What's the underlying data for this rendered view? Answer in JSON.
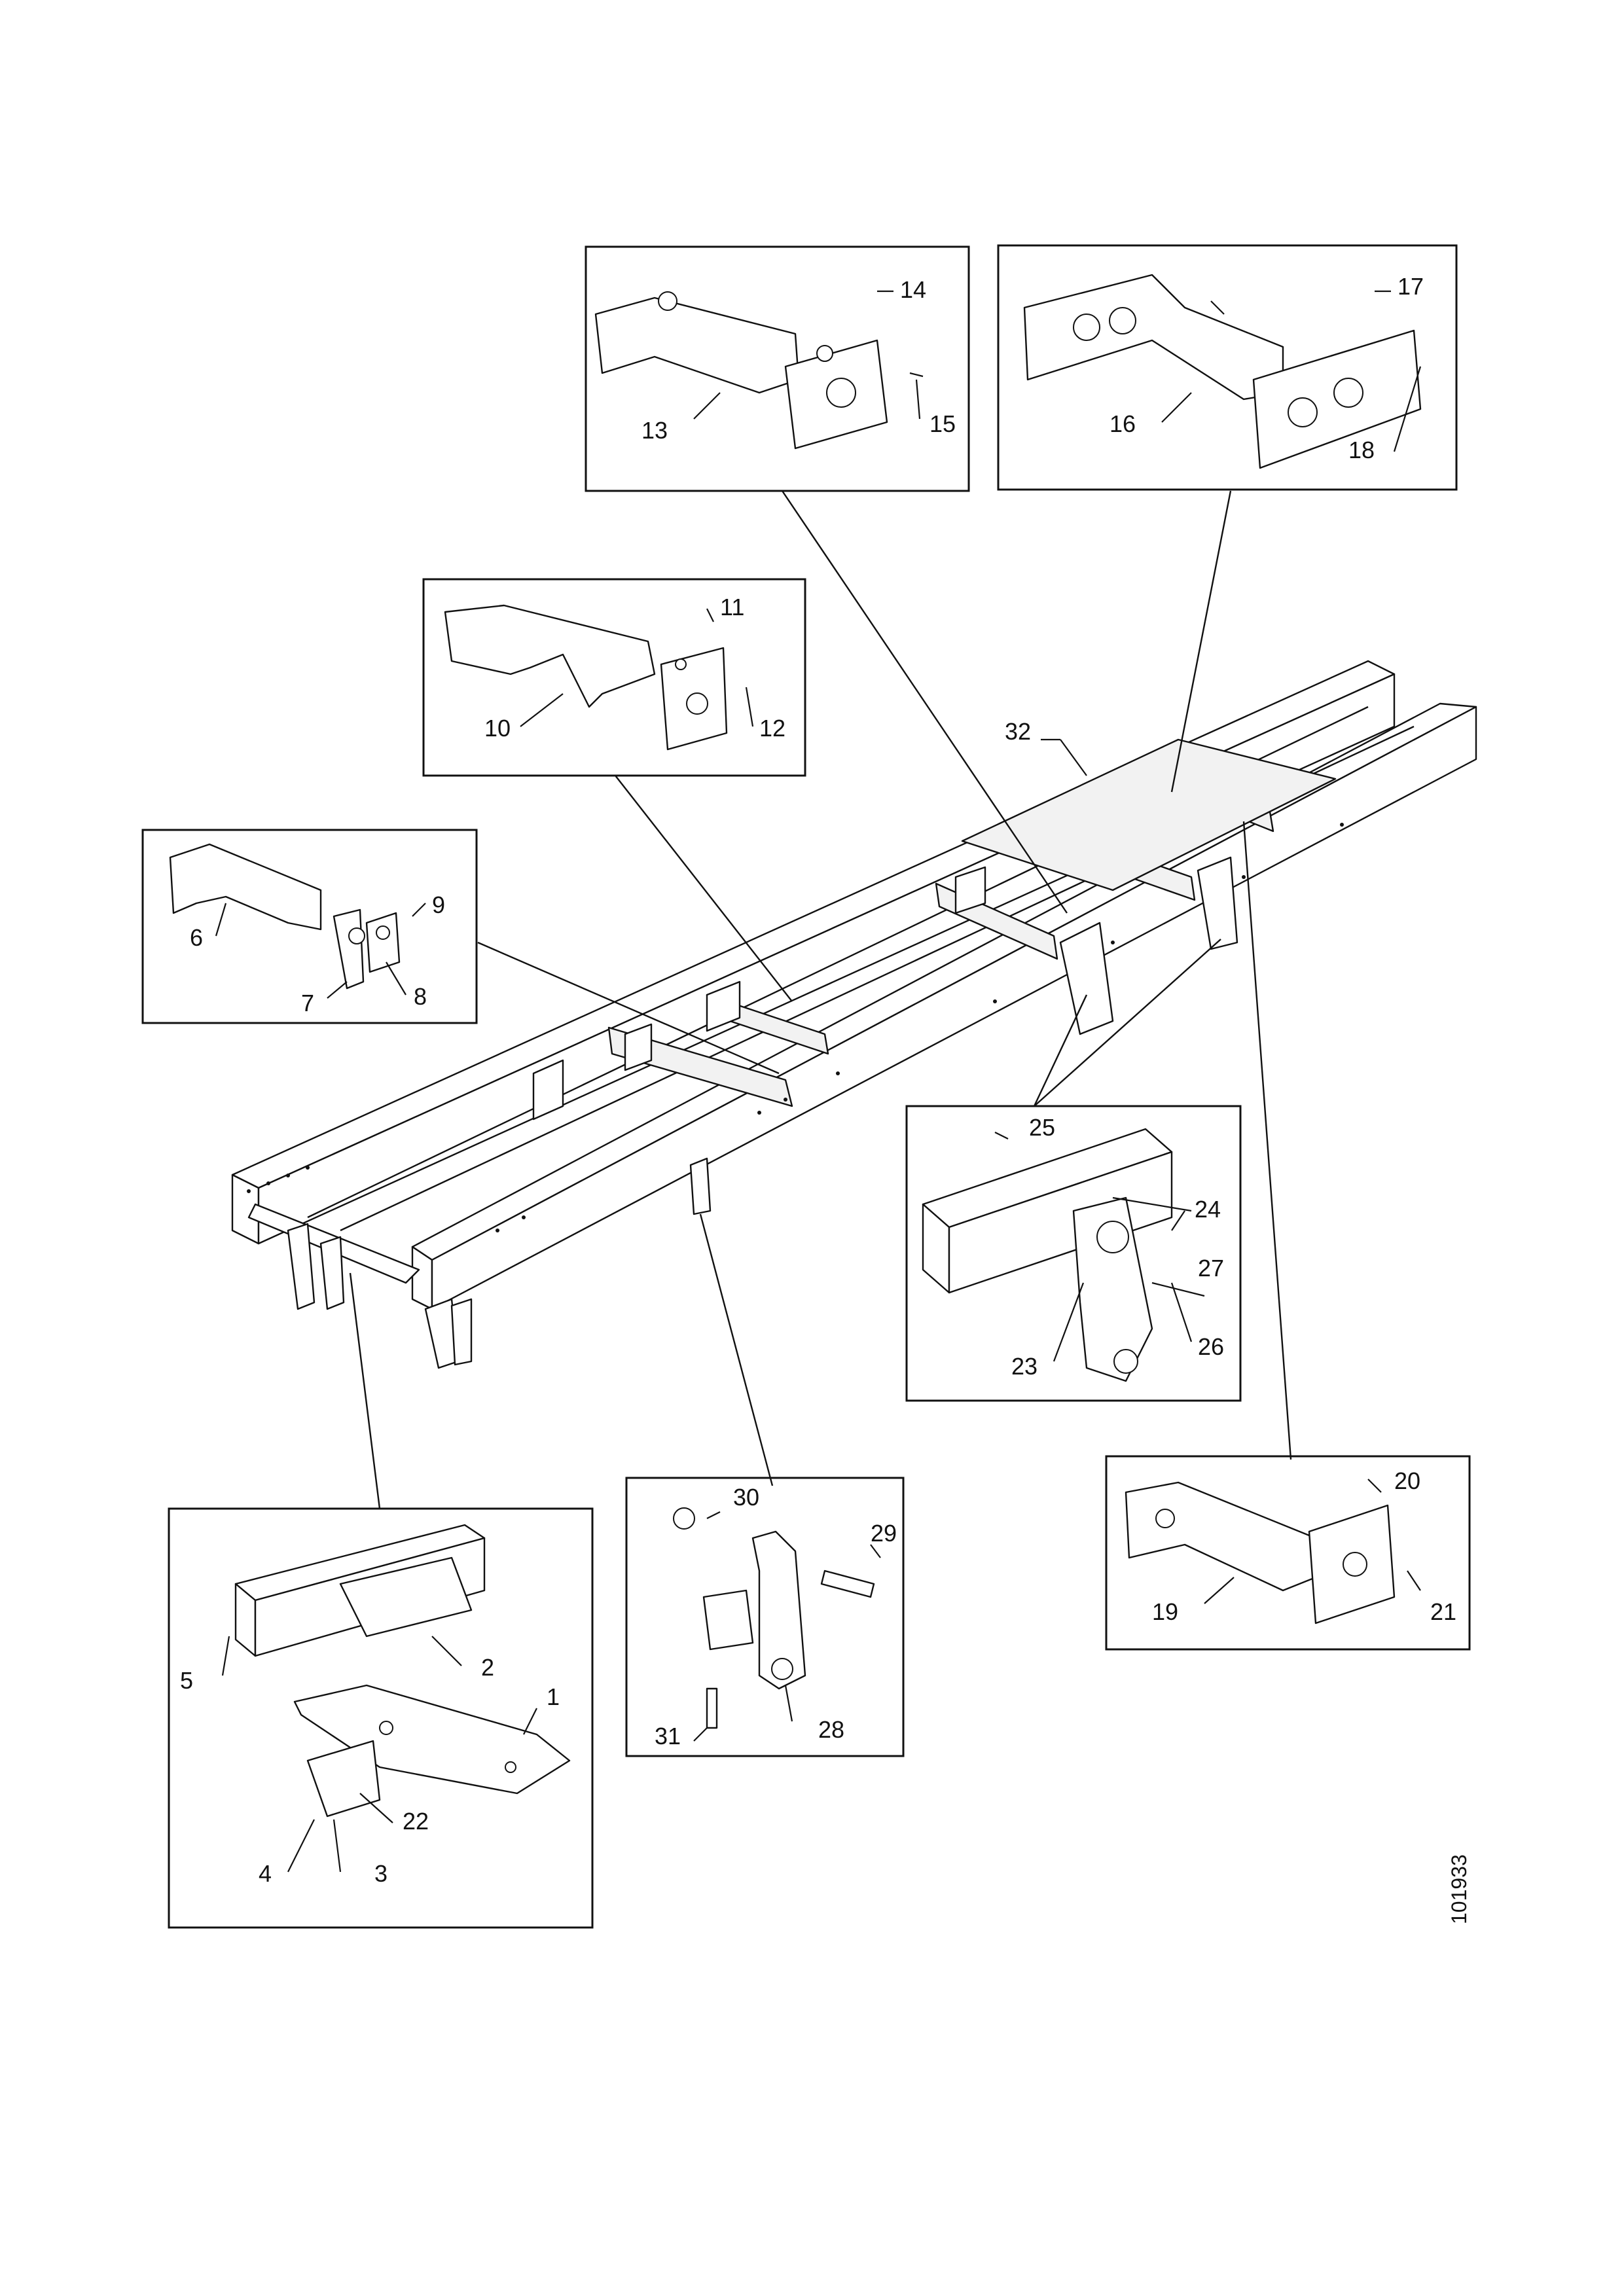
{
  "figure_number": "101933",
  "callouts": {
    "c1": "1",
    "c2": "2",
    "c3": "3",
    "c4": "4",
    "c5": "5",
    "c6": "6",
    "c7": "7",
    "c8": "8",
    "c9": "9",
    "c10": "10",
    "c11": "11",
    "c12": "12",
    "c13": "13",
    "c14": "14",
    "c15": "15",
    "c16": "16",
    "c17": "17",
    "c18": "18",
    "c19": "19",
    "c20": "20",
    "c21": "21",
    "c22": "22",
    "c23": "23",
    "c24": "24",
    "c25": "25",
    "c26": "26",
    "c27": "27",
    "c28": "28",
    "c29": "29",
    "c30": "30",
    "c31": "31",
    "c32": "32"
  }
}
